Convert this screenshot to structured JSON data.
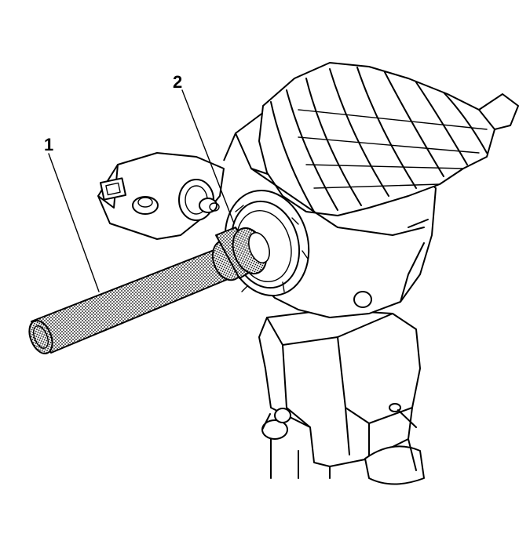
{
  "callouts": [
    {
      "id": "1",
      "label": "1"
    },
    {
      "id": "2",
      "label": "2"
    }
  ],
  "colors": {
    "ink": "#000000",
    "paper": "#ffffff",
    "stipple": "#000000"
  },
  "parts": [
    "bench-vise",
    "steering-gear-housing",
    "bearing-seal",
    "installer-tool-handle"
  ]
}
